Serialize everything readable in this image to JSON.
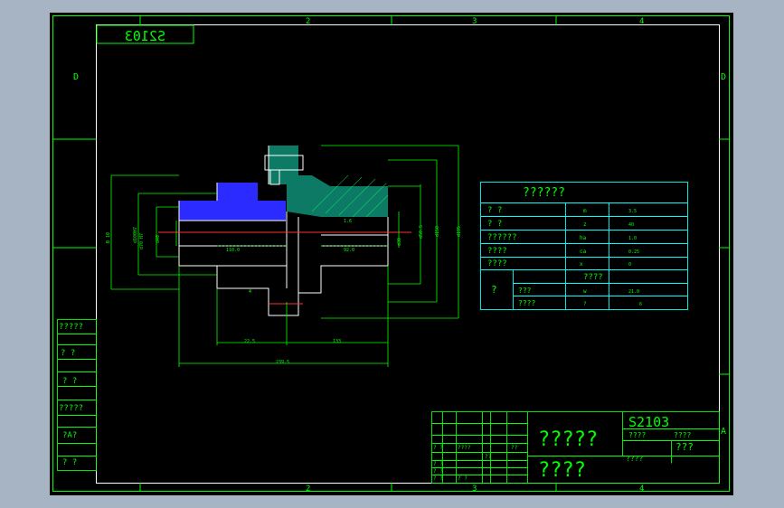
{
  "zone_numbers_top": [
    "2",
    "3",
    "4"
  ],
  "zone_numbers_bottom": [
    "2",
    "3",
    "4"
  ],
  "zone_letters": {
    "left": "D",
    "right_top": "D",
    "right_bottom": "A"
  },
  "drawing_number_stamp": "S2103",
  "drawing_number_title": "S2103",
  "dimensions": {
    "overall_length": "239.5",
    "length_b": "133",
    "length_c": "22.5",
    "length_d": "110.0",
    "length_e": "92.0",
    "dia_bore": "d30",
    "dia_hub": "d50.5",
    "dia_flange": "d150",
    "dia_outer": "d195",
    "dia_left_1": "d100H7",
    "dia_left_2": "d70 H7",
    "dia_left_3": "B 10",
    "dia_small": "d40",
    "roughness": "1.6",
    "item": "4"
  },
  "spec_table": {
    "title": "??????",
    "rows": [
      {
        "label": "?   ?",
        "symbol": "m",
        "value": "3.5"
      },
      {
        "label": "?   ?",
        "symbol": "z",
        "value": "40"
      },
      {
        "label": "??????",
        "symbol": "ha",
        "value": "1.0"
      },
      {
        "label": "????",
        "symbol": "ca",
        "value": "0.25"
      },
      {
        "label": "????",
        "symbol": "x",
        "value": "0"
      }
    ],
    "group_label": "?",
    "group_header": "????",
    "group_rows": [
      {
        "label": "???",
        "symbol": "w",
        "value": "21.0"
      },
      {
        "label": "????",
        "symbol": "?",
        "value": "6"
      }
    ]
  },
  "left_strip_labels": [
    "?????",
    "?   ?",
    "?  ?",
    "?????",
    "?A?",
    "?  ?"
  ],
  "title_block": {
    "name_placeholder": "?????",
    "company_placeholder": "????",
    "small_cells_a": [
      "????",
      "????"
    ],
    "small_cells_b": [
      "???",
      "????"
    ],
    "col_headers": [
      "? ?",
      "????",
      "??",
      "??"
    ],
    "sign_rows": [
      "? ?",
      "? ?",
      "? ?",
      "? ?"
    ]
  }
}
